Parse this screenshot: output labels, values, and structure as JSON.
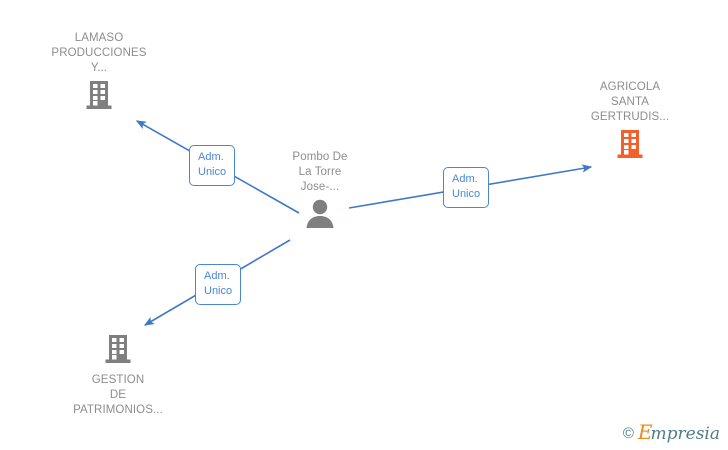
{
  "diagram": {
    "type": "corporate-relationship-graph",
    "background_color": "#ffffff",
    "edge_color": "#4a87d3",
    "node_label_color": "#8d8d8d",
    "nodes": [
      {
        "id": "lamaso",
        "name": "LAMASO PRODUCCIONES Y...",
        "label_lines": "LAMASO\nPRODUCCIONES\nY...",
        "icon": "building-icon",
        "icon_color": "#7f7f7f",
        "kind": "company",
        "label_position": "above"
      },
      {
        "id": "agricola",
        "name": "AGRICOLA SANTA GERTRUDIS...",
        "label_lines": "AGRICOLA\nSANTA\nGERTRUDIS...",
        "icon": "building-icon",
        "icon_color": "#f4602c",
        "kind": "company",
        "label_position": "above"
      },
      {
        "id": "person",
        "name": "Pombo De La Torre Jose-...",
        "label_lines": "Pombo De\nLa Torre\nJose-...",
        "icon": "person-icon",
        "icon_color": "#7f7f7f",
        "kind": "person",
        "label_position": "above"
      },
      {
        "id": "gestion",
        "name": "GESTION DE PATRIMONIOS...",
        "label_lines": "GESTION\nDE\nPATRIMONIOS...",
        "icon": "building-icon",
        "icon_color": "#7f7f7f",
        "kind": "company",
        "label_position": "below"
      }
    ],
    "edges": [
      {
        "id": "edge-person-lamaso",
        "from": "person",
        "to": "lamaso",
        "label": "Adm.\nUnico",
        "arrow": "to"
      },
      {
        "id": "edge-person-agricola",
        "from": "person",
        "to": "agricola",
        "label": "Adm.\nUnico",
        "arrow": "to"
      },
      {
        "id": "edge-person-gestion",
        "from": "person",
        "to": "gestion",
        "label": "Adm.\nUnico",
        "arrow": "to"
      }
    ]
  },
  "watermark": {
    "copyright": "©",
    "brand_initial": "E",
    "brand_rest": "mpresia"
  }
}
